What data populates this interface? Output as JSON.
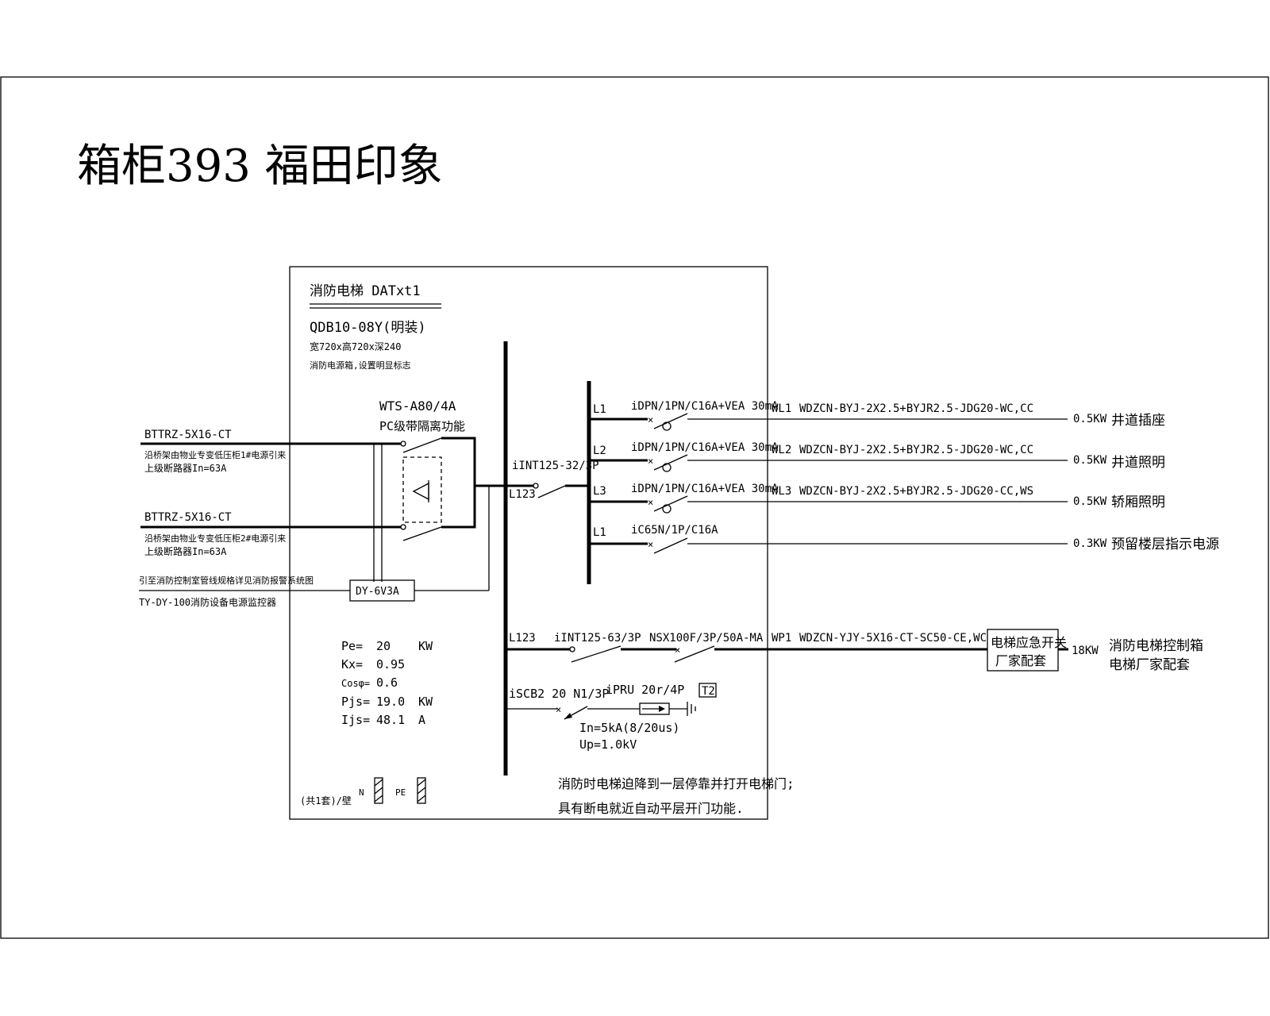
{
  "title": "箱柜393 福田印象",
  "panel": {
    "name": "消防电梯 DATxt1",
    "model": "QDB10-08Y(明装)",
    "size": "宽720x高720x深240",
    "note": "消防电源箱,设置明显标志"
  },
  "incoming": [
    {
      "cable": "BTTRZ-5X16-CT",
      "desc1": "沿桥架由物业专变低压柜1#电源引来",
      "desc2": "上级断路器In=63A"
    },
    {
      "cable": "BTTRZ-5X16-CT",
      "desc1": "沿桥架由物业专变低压柜2#电源引来",
      "desc2": "上级断路器In=63A"
    }
  ],
  "monitor": {
    "desc1": "引至消防控制室管线规格详见消防报警系统图",
    "desc2": "TY-DY-100消防设备电源监控器",
    "module": "DY-6V3A"
  },
  "ats": {
    "model": "WTS-A80/4A",
    "desc": "PC级带隔离功能"
  },
  "main_breaker": {
    "model": "iINT125-32/3P",
    "phase": "L123"
  },
  "branches": [
    {
      "phase": "L1",
      "breaker": "iDPN/1PN/C16A+VEA 30mA",
      "circuit": "WL1",
      "cable": "WDZCN-BYJ-2X2.5+BYJR2.5-JDG20-WC,CC",
      "load": "0.5KW",
      "name": "井道插座"
    },
    {
      "phase": "L2",
      "breaker": "iDPN/1PN/C16A+VEA 30mA",
      "circuit": "WL2",
      "cable": "WDZCN-BYJ-2X2.5+BYJR2.5-JDG20-WC,CC",
      "load": "0.5KW",
      "name": "井道照明"
    },
    {
      "phase": "L3",
      "breaker": "iDPN/1PN/C16A+VEA 30mA",
      "circuit": "WL3",
      "cable": "WDZCN-BYJ-2X2.5+BYJR2.5-JDG20-CC,WS",
      "load": "0.5KW",
      "name": "轿厢照明"
    },
    {
      "phase": "L1",
      "breaker": "iC65N/1P/C16A",
      "circuit": "",
      "cable": "",
      "load": "0.3KW",
      "name": "预留楼层指示电源"
    }
  ],
  "elevator_feeder": {
    "phase": "L123",
    "switch": "iINT125-63/3P",
    "breaker": "NSX100F/3P/50A-MA",
    "circuit": "WP1",
    "cable": "WDZCN-YJY-5X16-CT-SC50-CE,WC",
    "box1": "电梯应急开关",
    "box2": "厂家配套",
    "load": "18KW",
    "name1": "消防电梯控制箱",
    "name2": "电梯厂家配套"
  },
  "spd": {
    "breaker": "iSCB2 20 N1/3P",
    "model": "iPRU 20r/4P",
    "tag": "T2",
    "in": "In=5kA(8/20us)",
    "up": "Up=1.0kV"
  },
  "params": [
    {
      "label": "Pe=",
      "value": "20",
      "unit": "KW"
    },
    {
      "label": "Kx=",
      "value": "0.95",
      "unit": ""
    },
    {
      "label": "Cosφ=",
      "value": "0.6",
      "unit": ""
    },
    {
      "label": "Pjs=",
      "value": "19.0",
      "unit": "KW"
    },
    {
      "label": "Ijs=",
      "value": "48.1",
      "unit": "A"
    }
  ],
  "footer": {
    "qty": "(共1套)/壁",
    "n": "N",
    "pe": "PE"
  },
  "notes": [
    "消防时电梯迫降到一层停靠并打开电梯门;",
    "具有断电就近自动平层开门功能."
  ]
}
